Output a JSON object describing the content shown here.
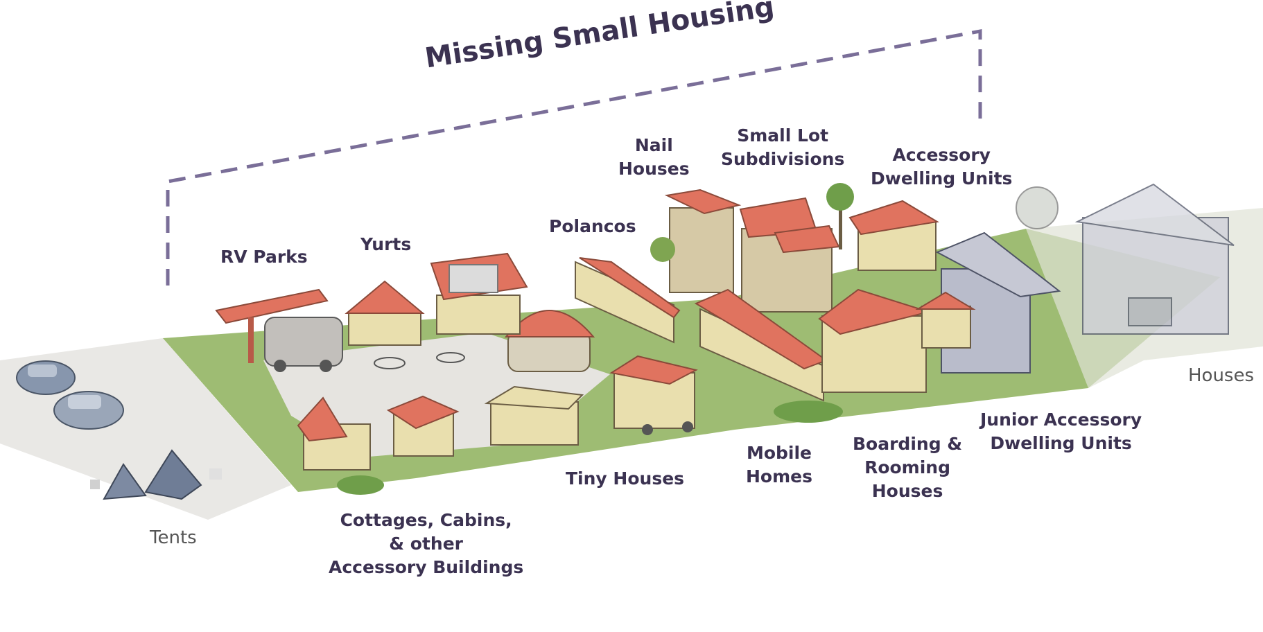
{
  "title": "Missing Small Housing",
  "labels": {
    "rv_parks": "RV Parks",
    "yurts": "Yurts",
    "polancos": "Polancos",
    "nail_houses": [
      "Nail",
      "Houses"
    ],
    "small_lot": [
      "Small Lot",
      "Subdivisions"
    ],
    "adu": [
      "Accessory",
      "Dwelling Units"
    ],
    "houses": "Houses",
    "tents": "Tents",
    "cottages": [
      "Cottages, Cabins,",
      "& other",
      "Accessory Buildings"
    ],
    "tiny_houses": "Tiny Houses",
    "mobile_homes": [
      "Mobile",
      "Homes"
    ],
    "boarding": [
      "Boarding &",
      "Rooming",
      "Houses"
    ],
    "jadu": [
      "Junior Accessory",
      "Dwelling Units"
    ]
  },
  "colors": {
    "title_text": "#3b3251",
    "bracket": "#7a6e98",
    "roof": "#e0735f",
    "wall": "#e9dfae",
    "grass": "#8db05a",
    "pavement": "#e6e4e0",
    "gray_house": "#b9bccb"
  }
}
